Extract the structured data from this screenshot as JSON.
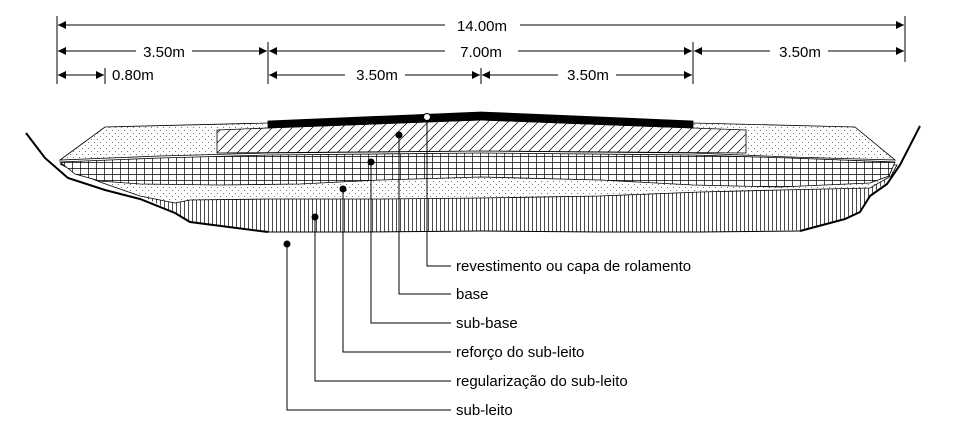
{
  "dimensions": {
    "total": "14.00m",
    "left_shoulder": "3.50m",
    "pavement": "7.00m",
    "right_shoulder": "3.50m",
    "offset": "0.80m",
    "left_lane": "3.50m",
    "right_lane": "3.50m"
  },
  "layers": [
    {
      "label": "revestimento ou capa de rolamento"
    },
    {
      "label": "base"
    },
    {
      "label": "sub-base"
    },
    {
      "label": "reforço do sub-leito"
    },
    {
      "label": "regularização do sub-leito"
    },
    {
      "label": "sub-leito"
    }
  ]
}
